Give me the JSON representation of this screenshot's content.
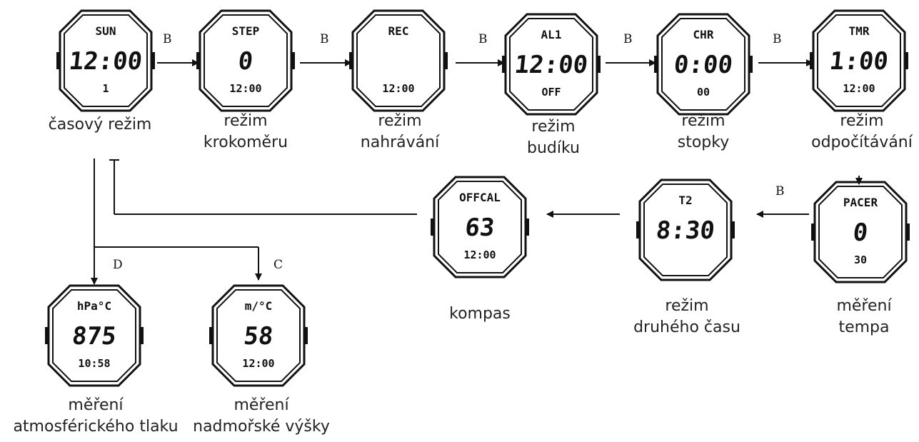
{
  "button_labels": {
    "b": "B",
    "c": "C",
    "d": "D"
  },
  "modes": [
    {
      "id": "time",
      "caption": [
        "časový režim"
      ],
      "screen": [
        "SUN",
        "12:00",
        "1"
      ]
    },
    {
      "id": "pedometer",
      "caption": [
        "režim",
        "krokoměru"
      ],
      "screen": [
        "STEP",
        "0",
        "12:00"
      ]
    },
    {
      "id": "recording",
      "caption": [
        "režim",
        "nahrávání"
      ],
      "screen": [
        "REC",
        "",
        "12:00"
      ]
    },
    {
      "id": "alarm",
      "caption": [
        "režim",
        "budíku"
      ],
      "screen": [
        "AL1",
        "12:00",
        "OFF"
      ]
    },
    {
      "id": "stopwatch",
      "caption": [
        "režim",
        "stopky"
      ],
      "screen": [
        "CHR",
        "0:00",
        "00"
      ]
    },
    {
      "id": "timer",
      "caption": [
        "režim",
        "odpočítávání"
      ],
      "screen": [
        "TMR",
        "1:00",
        "12:00"
      ]
    },
    {
      "id": "pace",
      "caption": [
        "měření",
        "tempa"
      ],
      "screen": [
        "PACER",
        "0",
        "30"
      ]
    },
    {
      "id": "dual-time",
      "caption": [
        "režim",
        "druhého času"
      ],
      "screen": [
        "T2",
        "8:30",
        ""
      ]
    },
    {
      "id": "compass",
      "caption": [
        "kompas"
      ],
      "screen": [
        "OFFCAL",
        "63",
        "12:00"
      ]
    },
    {
      "id": "barometer",
      "caption": [
        "měření",
        "atmosférického tlaku"
      ],
      "screen": [
        "hPa°C",
        "875",
        "10:58"
      ]
    },
    {
      "id": "altimeter",
      "caption": [
        "měření",
        "nadmořské výšky"
      ],
      "screen": [
        "m/°C",
        "58",
        "12:00"
      ]
    }
  ]
}
